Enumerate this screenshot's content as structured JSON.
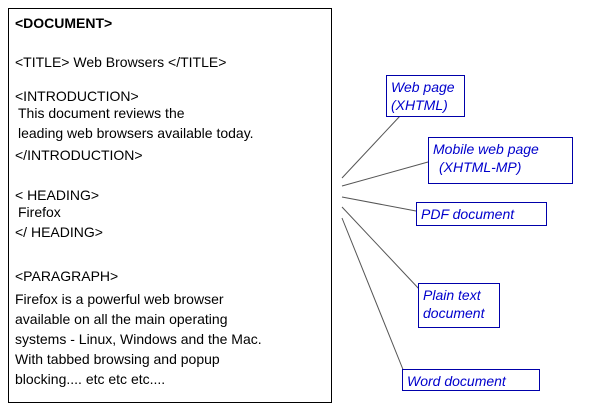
{
  "document": {
    "open_tag": "<DOCUMENT>",
    "title_line": "<TITLE> Web Browsers </TITLE>",
    "intro_open": "<INTRODUCTION>",
    "intro_text_1": "This document   reviews the",
    "intro_text_2": "leading web browsers available today.",
    "intro_close": "</INTRODUCTION>",
    "heading_open": "< HEADING>",
    "heading_text": "Firefox",
    "heading_close": "</ HEADING>",
    "paragraph_open": "<PARAGRAPH>",
    "paragraph_text_1": "Firefox is a powerful web browser",
    "paragraph_text_2": "available on all the main operating",
    "paragraph_text_3": "systems - Linux, Windows and the Mac.",
    "paragraph_text_4": "With tabbed browsing and popup",
    "paragraph_text_5": "blocking.... etc etc etc...."
  },
  "outputs": {
    "web_page_1": "Web page",
    "web_page_2": "(XHTML)",
    "mobile_1": "Mobile web page",
    "mobile_2": "(XHTML-MP)",
    "pdf": "PDF document",
    "plain_1": "Plain text",
    "plain_2": "document",
    "word": "Word document"
  },
  "colors": {
    "output_text": "#0000cc",
    "output_border": "#0000aa",
    "line": "#555555"
  }
}
